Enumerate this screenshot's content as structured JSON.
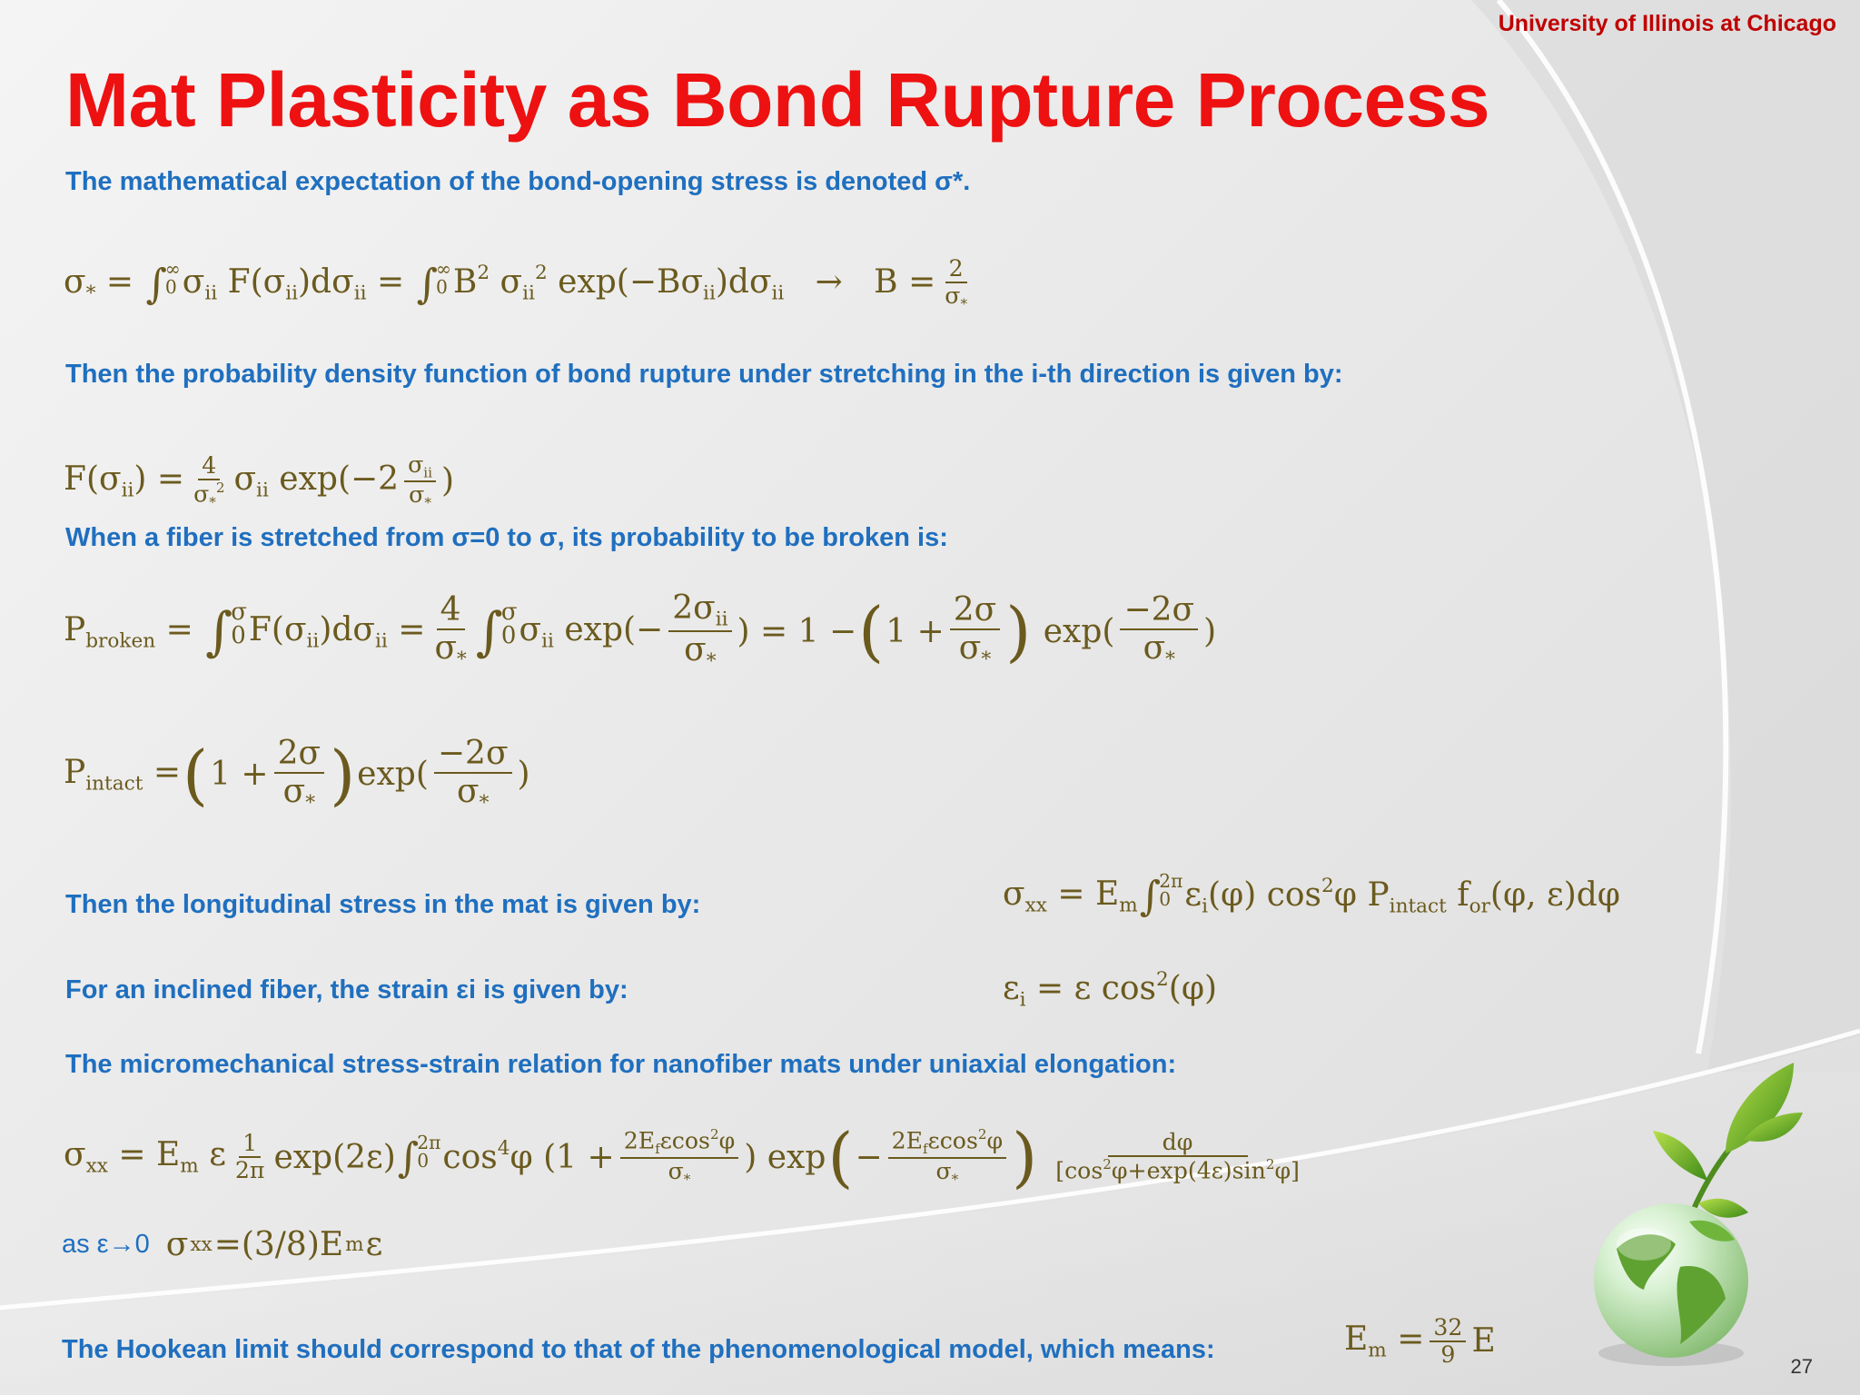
{
  "header": {
    "university": "University of Illinois at Chicago",
    "title": "Mat Plasticity as Bond Rupture Process"
  },
  "text": {
    "t1": "The mathematical expectation of the bond-opening stress is denoted σ*.",
    "t2": "Then the probability density function of bond rupture under stretching in the i-th direction is given by:",
    "t3": "When a fiber is stretched from σ=0 to σ, its probability to be broken is:",
    "t4": "Then the longitudinal stress in the mat is given by:",
    "t5": "For an inclined fiber, the strain εi is given by:",
    "t6": "The micromechanical stress-strain relation for nanofiber mats under uniaxial elongation:",
    "t7": "as ε→0",
    "t8": "The Hookean limit should correspond to that of the phenomenological model, which means:"
  },
  "page": {
    "number": "27"
  },
  "colors": {
    "title": "#ee1111",
    "text": "#1f6fbf",
    "math": "#6b5a1e",
    "university": "#c00000"
  },
  "decoration": {
    "icon": "globe-with-plant-icon"
  }
}
